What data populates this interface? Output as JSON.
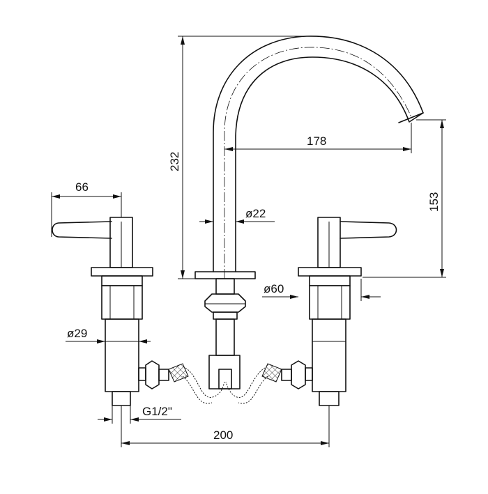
{
  "dimensions": {
    "handle_reach": "66",
    "spout_height": "232",
    "spout_reach": "178",
    "spout_outlet_height": "153",
    "spout_diameter": "ø22",
    "flange_diameter": "ø60",
    "valve_body_diameter": "ø29",
    "connection_thread": "G1/2\"",
    "center_distance": "200"
  }
}
